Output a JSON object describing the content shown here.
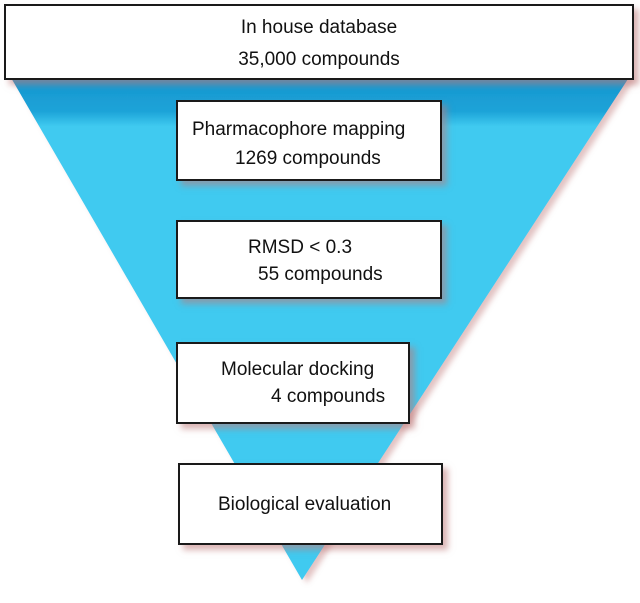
{
  "steps": [
    {
      "title": "In house database",
      "count": "35,000 compounds"
    },
    {
      "title": "Pharmacophore mapping",
      "count": "1269 compounds"
    },
    {
      "title": "RMSD < 0.3",
      "count": "55 compounds"
    },
    {
      "title": "Molecular docking",
      "count": "4 compounds"
    },
    {
      "title": "Biological evaluation"
    }
  ],
  "colors": {
    "funnel_light": "#3fcaf0",
    "funnel_dark": "#1596cf",
    "box_border": "#1a1a1a",
    "box_shadow": "#c07878"
  }
}
